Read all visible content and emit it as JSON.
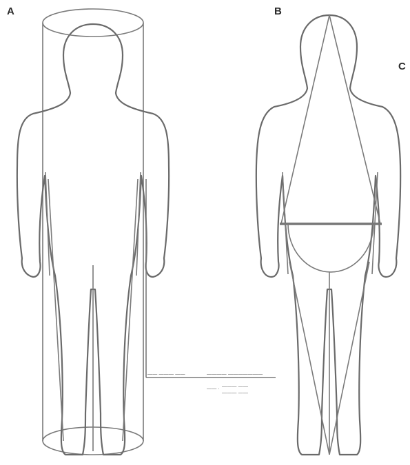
{
  "panels": {
    "a": {
      "label": "A"
    },
    "b": {
      "label": "B"
    },
    "c": {
      "label": "C"
    }
  },
  "annotation": {
    "left_text": "—— ——— ——",
    "right_text": "———— ———————",
    "sub_prefix": "—— ·",
    "sub_top": "——— ——",
    "sub_bottom": "——— ——"
  }
}
